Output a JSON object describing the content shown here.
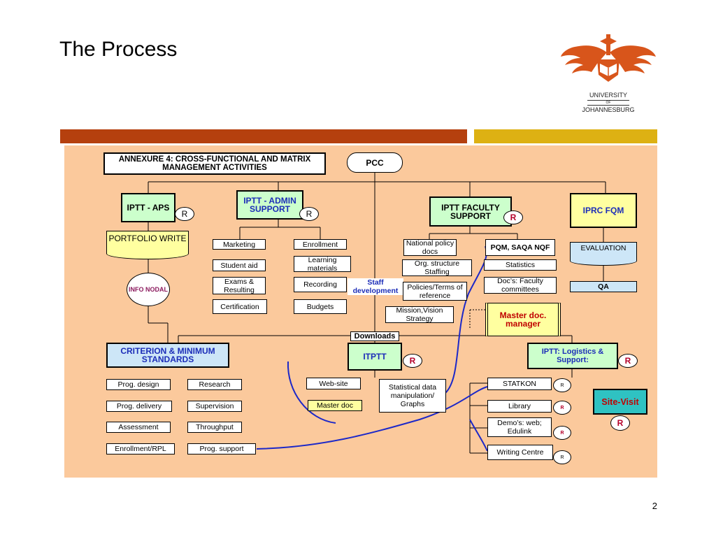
{
  "slide": {
    "title": "The Process",
    "page_number": "2",
    "logo": {
      "line1": "UNIVERSITY",
      "line2": "OF",
      "line3": "JOHANNESBURG"
    }
  },
  "diagram": {
    "annexure": "ANNEXURE 4: CROSS-FUNCTIONAL AND MATRIX MANAGEMENT ACTIVITIES",
    "pcc": "PCC",
    "iptt_aps": "IPTT - APS",
    "iptt_admin": "IPTT - ADMIN SUPPORT",
    "iptt_faculty": "IPTT FACULTY SUPPORT",
    "iprc": "IPRC FQM",
    "r": "R",
    "portfolio": "PORTFOLIO WRITE",
    "info_nodal": "INFO NODAL",
    "admin_items": {
      "marketing": "Marketing",
      "enrollment": "Enrollment",
      "student_aid": "Student aid",
      "learning_materials": "Learning materials",
      "exams": "Exams & Resulting",
      "recording": "Recording",
      "certification": "Certification",
      "budgets": "Budgets"
    },
    "staff_development": "Staff development",
    "faculty_items": {
      "national_policy": "National policy docs",
      "pqm": "PQM, SAQA NQF",
      "org_structure": "Org. structure Staffing",
      "statistics": "Statistics",
      "policies_terms": "Policies/Terms of reference",
      "docs_faculty": "Doc’s: Faculty committees",
      "mission_vision": "Mission,Vision Strategy",
      "master_doc_manager": "Master doc. manager"
    },
    "evaluation": "EVALUATION",
    "qa": "QA",
    "downloads": "Downloads",
    "criterion": "CRITERION & MINIMUM STANDARDS",
    "itptt": "ITPTT",
    "logistics": "IPTT: Logistics & Support:",
    "criterion_items": {
      "prog_design": "Prog. design",
      "research": "Research",
      "prog_delivery": "Prog. delivery",
      "supervision": "Supervision",
      "assessment": "Assessment",
      "throughput": "Throughput",
      "enrollment_rpl": "Enrollment/RPL",
      "prog_support": "Prog. support"
    },
    "itptt_items": {
      "website": "Web-site",
      "master_doc": "Master doc",
      "statistical": "Statistical data manipulation/ Graphs"
    },
    "logistics_items": {
      "statkon": "STATKON",
      "library": "Library",
      "demos": "Demo’s: web; Edulink",
      "writing_centre": "Writing Centre"
    },
    "site_visit": "Site-Visit"
  },
  "colors": {
    "orange_bar": "#b5400e",
    "gold_bar": "#ddb113",
    "panel_bg": "#fbc99c",
    "navy_text": "#1c2db8",
    "r_red": "#b5002a",
    "site_visit_teal": "#2fc2c2"
  }
}
